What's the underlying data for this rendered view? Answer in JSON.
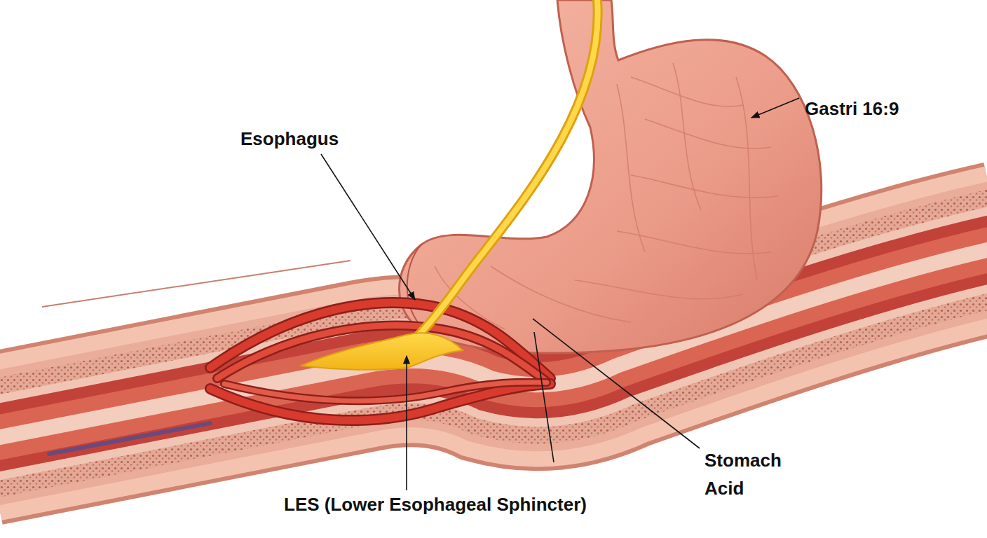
{
  "diagram": {
    "labels": [
      "Esophagus",
      "Gastri 16:9",
      "LES (Lower Esophageal Sphincter)",
      "Stomach Acid"
    ]
  }
}
